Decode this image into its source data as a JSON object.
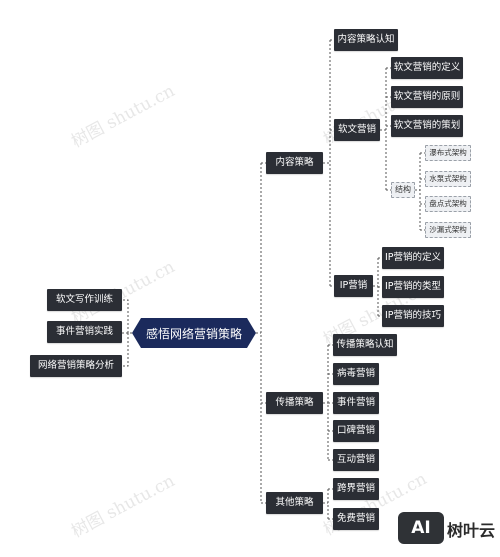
{
  "root": "感悟网络营销策略",
  "left_branches": [
    "软文写作训练",
    "事件营销实践",
    "网络营销策略分析"
  ],
  "branches": {
    "content": {
      "label": "内容策略",
      "items": {
        "awareness": "内容策略认知",
        "softtext": {
          "label": "软文营销",
          "items": [
            "软文营销的定义",
            "软文营销的原则",
            "软文营销的策划"
          ],
          "structure": {
            "label": "结构",
            "items": [
              "瀑布式架构",
              "水泵式架构",
              "盘点式架构",
              "沙漏式架构"
            ]
          }
        },
        "ip": {
          "label": "IP营销",
          "items": [
            "IP营销的定义",
            "IP营销的类型",
            "IP营销的技巧"
          ]
        }
      }
    },
    "spread": {
      "label": "传播策略",
      "items": [
        "传播策略认知",
        "病毒营销",
        "事件营销",
        "口碑营销",
        "互动营销"
      ]
    },
    "other": {
      "label": "其他策略",
      "items": [
        "跨界营销",
        "免费营销"
      ]
    }
  },
  "watermark": "树图 shutu.cn",
  "logo": {
    "mark": "AI",
    "name": "树叶云"
  }
}
